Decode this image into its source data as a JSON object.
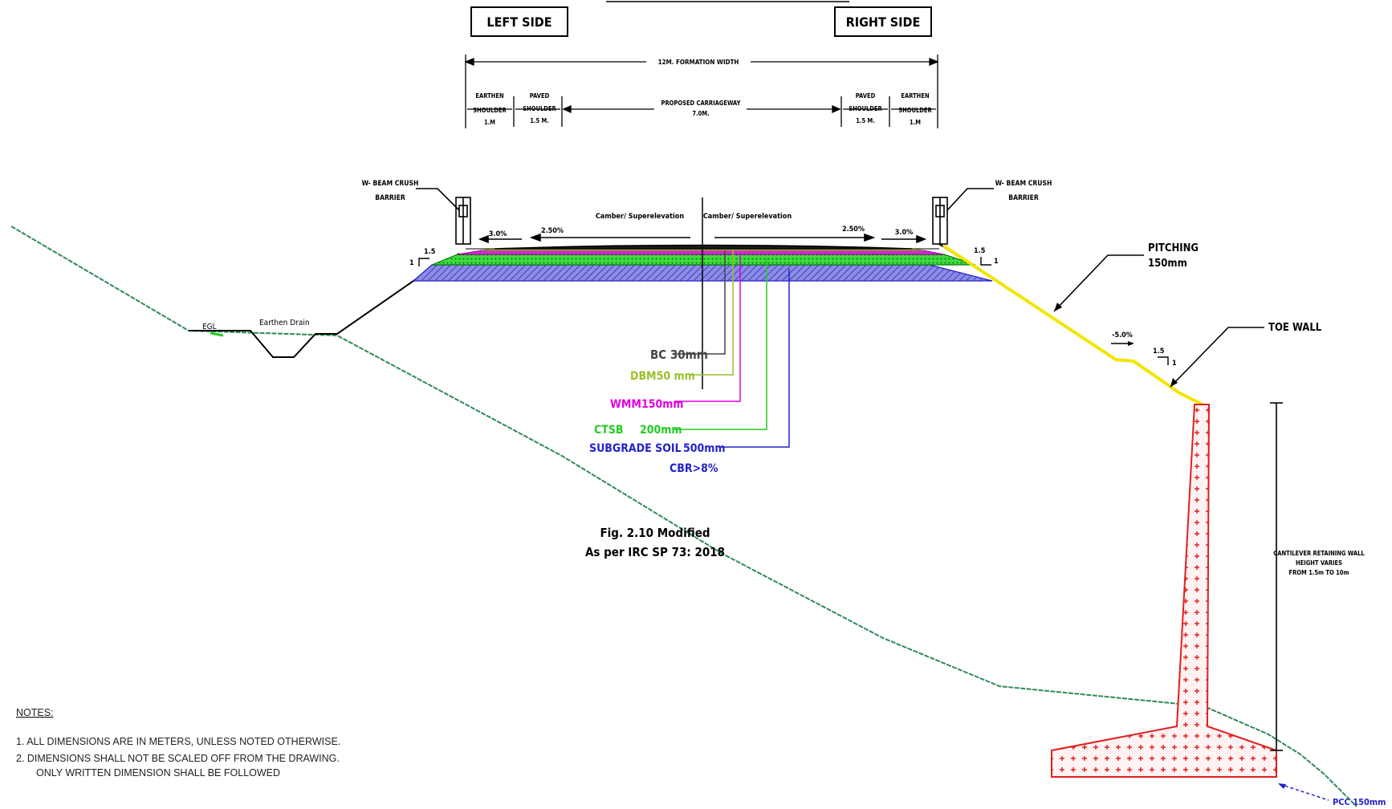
{
  "headers": {
    "left_side": "LEFT SIDE",
    "right_side": "RIGHT SIDE"
  },
  "dimensions": {
    "formation_width": "12M. FORMATION WIDTH",
    "earthen_left_l1": "EARTHEN",
    "earthen_left_l2": "SHOULDER",
    "earthen_left_val": "1.M",
    "paved_left_l1": "PAVED",
    "paved_left_l2": "SHOULDER",
    "paved_left_val": "1.5 M.",
    "carriageway_l1": "PROPOSED CARRIAGEWAY",
    "carriageway_val": "7.0M.",
    "paved_right_l1": "PAVED",
    "paved_right_l2": "SHOULDER",
    "paved_right_val": "1.5 M.",
    "earthen_right_l1": "EARTHEN",
    "earthen_right_l2": "SHOULDER",
    "earthen_right_val": "1.M"
  },
  "cross_section": {
    "barrier_left_l1": "W- BEAM CRUSH",
    "barrier_left_l2": "BARRIER",
    "barrier_right_l1": "W- BEAM CRUSH",
    "barrier_right_l2": "BARRIER",
    "camber_left": "Camber/ Superelevation",
    "camber_right": "Camber/ Superelevation",
    "slope_left_outer": "3.0%",
    "slope_left_inner": "2.50%",
    "slope_right_inner": "2.50%",
    "slope_right_outer": "3.0%",
    "ratio_left_h": "1.5",
    "ratio_left_v": "1",
    "ratio_right_h": "1.5",
    "ratio_right_v": "1",
    "ratio_berm_h": "1.5",
    "ratio_berm_v": "1",
    "egl": "EGL",
    "earthen_drain": "Earthen Drain",
    "pitching_l1": "PITCHING",
    "pitching_l2": "150mm",
    "berm_slope": "-5.0%",
    "toe_wall": "TOE WALL",
    "retaining_l1": "CANTILEVER RETAINING WALL",
    "retaining_l2": "HEIGHT VARIES",
    "retaining_l3": "FROM 1.5m TO 10m",
    "pcc": "PCC 150mm"
  },
  "layers": {
    "bc": "BC 30mm",
    "dbm": "DBM50 mm",
    "wmm": "WMM150mm",
    "ctsb": "CTSB",
    "ctsb_val": "200mm",
    "subgrade": "SUBGRADE SOIL",
    "subgrade_val": "500mm",
    "cbr": "CBR>8%"
  },
  "caption": {
    "line1": "Fig. 2.10 Modified",
    "line2": "As per IRC SP 73: 2018"
  },
  "notes": {
    "title": "NOTES:",
    "items": [
      "1.  ALL DIMENSIONS ARE IN METERS, UNLESS NOTED OTHERWISE.",
      "2.  DIMENSIONS SHALL NOT BE SCALED OFF FROM THE DRAWING.",
      "ONLY WRITTEN DIMENSION SHALL BE FOLLOWED"
    ]
  },
  "colors": {
    "ground": "#2e8b57",
    "bc": "#444444",
    "dbm": "#9bbf2a",
    "wmm": "#e000e0",
    "ctsb": "#22cc22",
    "subgrade": "#2222cc",
    "wall": "#e02020",
    "pitching": "#f2e600"
  }
}
